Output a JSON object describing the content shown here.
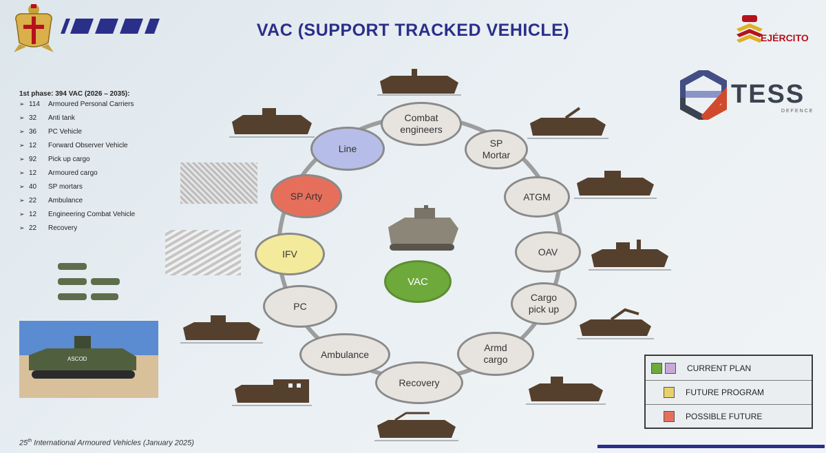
{
  "header": {
    "title": "VAC  (SUPPORT TRACKED VEHICLE)",
    "ejercito_label": "EJÉRCITO",
    "tess_label": "TESS",
    "tess_sub": "DEFENCE"
  },
  "phase": {
    "heading": "1st phase: 394 VAC (2026 – 2035):",
    "items": [
      {
        "qty": "114",
        "label": "Armoured Personal Carriers"
      },
      {
        "qty": "32",
        "label": "Anti tank"
      },
      {
        "qty": "36",
        "label": "PC Vehicle"
      },
      {
        "qty": "12",
        "label": "Forward Observer Vehicle"
      },
      {
        "qty": "92",
        "label": "Pick up cargo"
      },
      {
        "qty": "12",
        "label": "Armoured cargo"
      },
      {
        "qty": "40",
        "label": "SP mortars"
      },
      {
        "qty": "22",
        "label": "Ambulance"
      },
      {
        "qty": "12",
        "label": "Engineering Combat Vehicle"
      },
      {
        "qty": "22",
        "label": "Recovery"
      }
    ]
  },
  "nodes": {
    "combat": "Combat\nengineers",
    "sp_mortar": "SP\nMortar",
    "atgm": "ATGM",
    "oav": "OAV",
    "cargo": "Cargo\npick up",
    "armd": "Armd\ncargo",
    "recovery": "Recovery",
    "ambulance": "Ambulance",
    "pc": "PC",
    "ifv": "IFV",
    "sp_arty": "SP Arty",
    "line": "Line",
    "center": "VAC"
  },
  "photo_label": "ASCOD",
  "legend": {
    "current": "CURRENT PLAN",
    "future": "FUTURE PROGRAM",
    "possible": "POSSIBLE FUTURE",
    "colors": {
      "green": "#6da93b",
      "lilac": "#c7a9d6",
      "yellow": "#e7d26a",
      "red": "#e66f5c"
    }
  },
  "footer": {
    "num": "25",
    "sup": "th",
    "text": " International Armoured Vehicles (January 2025)"
  }
}
